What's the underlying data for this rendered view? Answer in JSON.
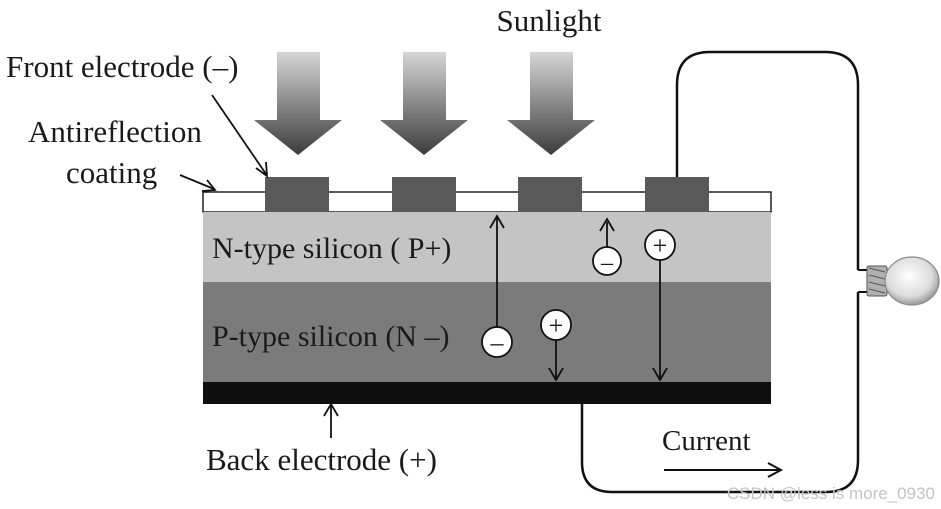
{
  "labels": {
    "sunlight": "Sunlight",
    "front_electrode": "Front electrode (–)",
    "antireflection_line1": "Antireflection",
    "antireflection_line2": "coating",
    "n_type": "N-type silicon ( P+)",
    "p_type": "P-type silicon (N –)",
    "back_electrode": "Back electrode (+)",
    "current": "Current"
  },
  "charges": {
    "minus": "–",
    "plus": "+"
  },
  "watermark": "CSDN @less is more_0930",
  "colors": {
    "n_layer": "#c4c4c4",
    "p_layer": "#7b7b7b",
    "back_electrode": "#0f0f0f",
    "front_electrode": "#595959",
    "coating": "#ffffff",
    "wire": "#111111",
    "arrow_top": "#d4d4d4",
    "arrow_bottom": "#3c3c3c"
  }
}
